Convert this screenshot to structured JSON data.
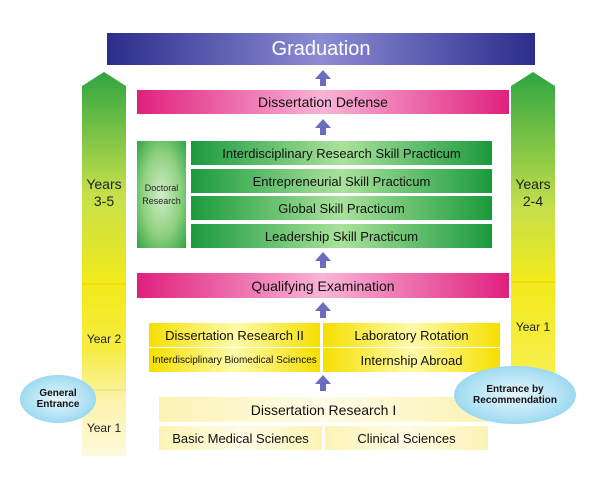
{
  "graduation": "Graduation",
  "dissertation_defense": "Dissertation Defense",
  "doctoral_research": [
    "Doctoral",
    "Research"
  ],
  "practicums": [
    "Interdisciplinary Research Skill Practicum",
    "Entrepreneurial Skill Practicum",
    "Global Skill Practicum",
    "Leadership Skill Practicum"
  ],
  "qualifying_examination": "Qualifying Examination",
  "year2_courses": {
    "top_left": "Dissertation Research II",
    "top_right": "Laboratory Rotation",
    "bottom_left": "Interdisciplinary Biomedical Sciences",
    "bottom_right": "Internship Abroad"
  },
  "year1_courses": {
    "top": "Dissertation Research I",
    "bottom_left": "Basic Medical Sciences",
    "bottom_right": "Clinical Sciences"
  },
  "left_track": {
    "top_label": [
      "Years",
      "3-5"
    ],
    "middle_label": "Year 2",
    "bottom_label": "Year 1",
    "entrance": "General Entrance"
  },
  "right_track": {
    "top_label": [
      "Years",
      "2-4"
    ],
    "bottom_label": "Year 1",
    "entrance": "Entrance by Recommendation"
  },
  "colors": {
    "graduation": "#2c2c8c",
    "pink": "#e0207e",
    "green": "#1b9a3d",
    "yellow": "#f6df00",
    "light_yellow": "#fbf3b4",
    "ellipse": "#aadff3"
  }
}
